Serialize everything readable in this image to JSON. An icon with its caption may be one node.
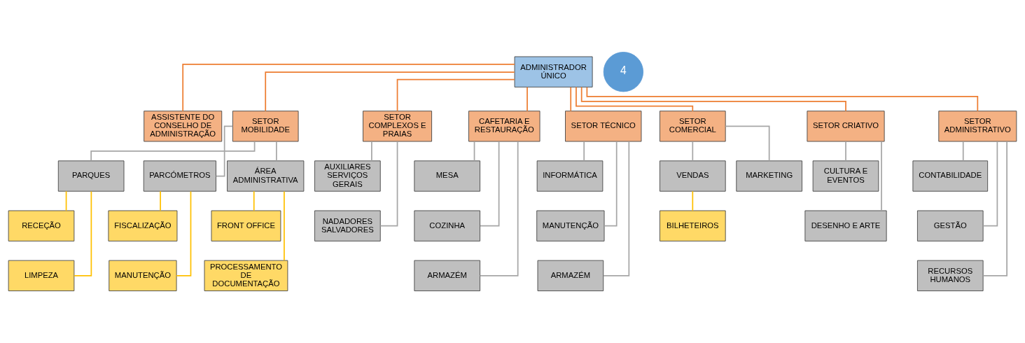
{
  "diagram": {
    "nodes": [
      {
        "text": [
          "ADMINISTRADOR ÚNICO"
        ]
      },
      {
        "text": [
          "ASSISTENTE DO CONSELHO DE ADMINISTRAÇÃO"
        ]
      },
      {
        "text": [
          "SETOR MOBILIDADE"
        ]
      },
      {
        "text": [
          "SETOR COMPLEXOS E PRAIAS"
        ]
      },
      {
        "text": [
          "CAFETARIA E RESTAURAÇÃO"
        ]
      },
      {
        "text": [
          "SETOR TÉCNICO"
        ]
      },
      {
        "text": [
          "SETOR COMERCIAL"
        ]
      },
      {
        "text": [
          "SETOR CRIATIVO"
        ]
      },
      {
        "text": [
          "SETOR ADMINISTRATIVO"
        ]
      },
      {
        "text": [
          "PARQUES"
        ]
      },
      {
        "text": [
          "PARCÓMETROS"
        ]
      },
      {
        "text": [
          "ÁREA ADMINISTRATIVA"
        ]
      },
      {
        "text": [
          "RECEÇÃO"
        ]
      },
      {
        "text": [
          "LIMPEZA"
        ]
      },
      {
        "text": [
          "FISCALIZAÇÃO"
        ]
      },
      {
        "text": [
          "MANUTENÇÃO"
        ]
      },
      {
        "text": [
          "FRONT OFFICE"
        ]
      },
      {
        "text": [
          "PROCESSAMENTO DE DOCUMENTAÇÃO"
        ]
      },
      {
        "text": [
          "AUXILIARES SERVIÇOS GERAIS"
        ]
      },
      {
        "text": [
          "NADADORES SALVADORES"
        ]
      },
      {
        "text": [
          "MESA"
        ]
      },
      {
        "text": [
          "COZINHA"
        ]
      },
      {
        "text": [
          "ARMAZÉM"
        ]
      },
      {
        "text": [
          "INFORMÁTICA"
        ]
      },
      {
        "text": [
          "MANUTENÇÃO"
        ]
      },
      {
        "text": [
          "ARMAZÉM"
        ]
      },
      {
        "text": [
          "VENDAS"
        ]
      },
      {
        "text": [
          "MARKETING"
        ]
      },
      {
        "text": [
          "BILHETEIROS"
        ]
      },
      {
        "text": [
          "CULTURA E EVENTOS"
        ]
      },
      {
        "text": [
          "DESENHO E ARTE"
        ]
      },
      {
        "text": [
          "CONTABILIDADE"
        ]
      },
      {
        "text": [
          "GESTÃO"
        ]
      },
      {
        "text": [
          "RECURSOS HUMANOS"
        ]
      },
      {
        "text": [
          "4"
        ]
      }
    ],
    "edges": [
      {
        "from": 0,
        "to": 1,
        "arrow": "none",
        "color": "#ed7d31"
      },
      {
        "from": 0,
        "to": 2,
        "arrow": "none",
        "color": "#ed7d31"
      },
      {
        "from": 0,
        "to": 3,
        "arrow": "none",
        "color": "#ed7d31"
      },
      {
        "from": 0,
        "to": 4,
        "arrow": "none",
        "color": "#ed7d31"
      },
      {
        "from": 0,
        "to": 5,
        "arrow": "none",
        "color": "#ed7d31"
      },
      {
        "from": 0,
        "to": 6,
        "arrow": "none",
        "color": "#ed7d31"
      },
      {
        "from": 0,
        "to": 7,
        "arrow": "none",
        "color": "#ed7d31"
      },
      {
        "from": 0,
        "to": 8,
        "arrow": "none",
        "color": "#ed7d31"
      },
      {
        "from": 2,
        "to": 9,
        "arrow": "none"
      },
      {
        "from": 2,
        "to": 10,
        "arrow": "none"
      },
      {
        "from": 2,
        "to": 11,
        "arrow": "none"
      },
      {
        "from": 9,
        "to": 12,
        "arrow": "none",
        "color": "#ffc000"
      },
      {
        "from": 9,
        "to": 13,
        "arrow": "none",
        "color": "#ffc000"
      },
      {
        "from": 10,
        "to": 14,
        "arrow": "none",
        "color": "#ffc000"
      },
      {
        "from": 10,
        "to": 15,
        "arrow": "none",
        "color": "#ffc000"
      },
      {
        "from": 11,
        "to": 16,
        "arrow": "none",
        "color": "#ffc000"
      },
      {
        "from": 11,
        "to": 17,
        "arrow": "none",
        "color": "#ffc000"
      },
      {
        "from": 3,
        "to": 18,
        "arrow": "none"
      },
      {
        "from": 3,
        "to": 19,
        "arrow": "none"
      },
      {
        "from": 4,
        "to": 20,
        "arrow": "none"
      },
      {
        "from": 4,
        "to": 21,
        "arrow": "none"
      },
      {
        "from": 4,
        "to": 22,
        "arrow": "none"
      },
      {
        "from": 5,
        "to": 23,
        "arrow": "none"
      },
      {
        "from": 5,
        "to": 24,
        "arrow": "none"
      },
      {
        "from": 5,
        "to": 25,
        "arrow": "none"
      },
      {
        "from": 6,
        "to": 26,
        "arrow": "none"
      },
      {
        "from": 6,
        "to": 27,
        "arrow": "none"
      },
      {
        "from": 26,
        "to": 28,
        "arrow": "none",
        "color": "#ffc000"
      },
      {
        "from": 7,
        "to": 29,
        "arrow": "none"
      },
      {
        "from": 7,
        "to": 30,
        "arrow": "none"
      },
      {
        "from": 8,
        "to": 31,
        "arrow": "none"
      },
      {
        "from": 8,
        "to": 32,
        "arrow": "none"
      },
      {
        "from": 8,
        "to": 33,
        "arrow": "none"
      }
    ]
  }
}
